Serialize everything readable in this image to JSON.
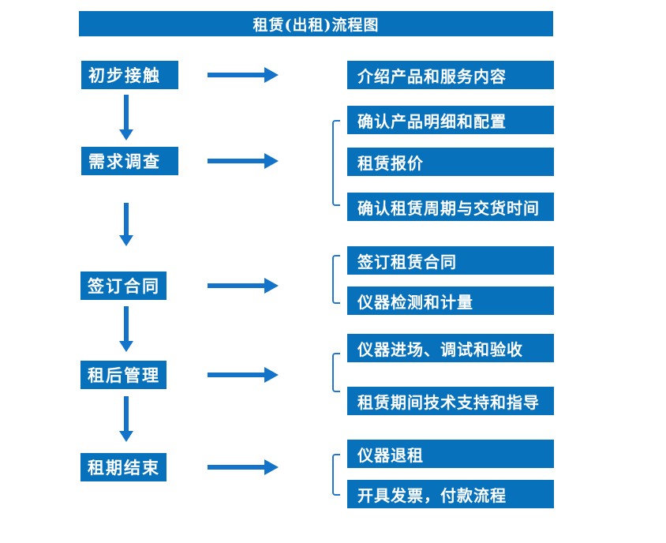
{
  "title": "租赁(出租)流程图",
  "colors": {
    "box_blue": "#0871bc",
    "arrow_blue": "#1273c8",
    "bracket_blue": "#2277cc",
    "text_white": "#ffffff"
  },
  "steps": [
    {
      "label": "初步接触",
      "outputs": [
        "介绍产品和服务内容"
      ]
    },
    {
      "label": "需求调查",
      "outputs": [
        "确认产品明细和配置",
        "租赁报价",
        "确认租赁周期与交货时间"
      ]
    },
    {
      "label": "签订合同",
      "outputs": [
        "签订租赁合同",
        "仪器检测和计量"
      ]
    },
    {
      "label": "租后管理",
      "outputs": [
        "仪器进场、调试和验收",
        "租赁期间技术支持和指导"
      ]
    },
    {
      "label": "租期结束",
      "outputs": [
        "仪器退租",
        "开具发票，付款流程"
      ]
    }
  ]
}
